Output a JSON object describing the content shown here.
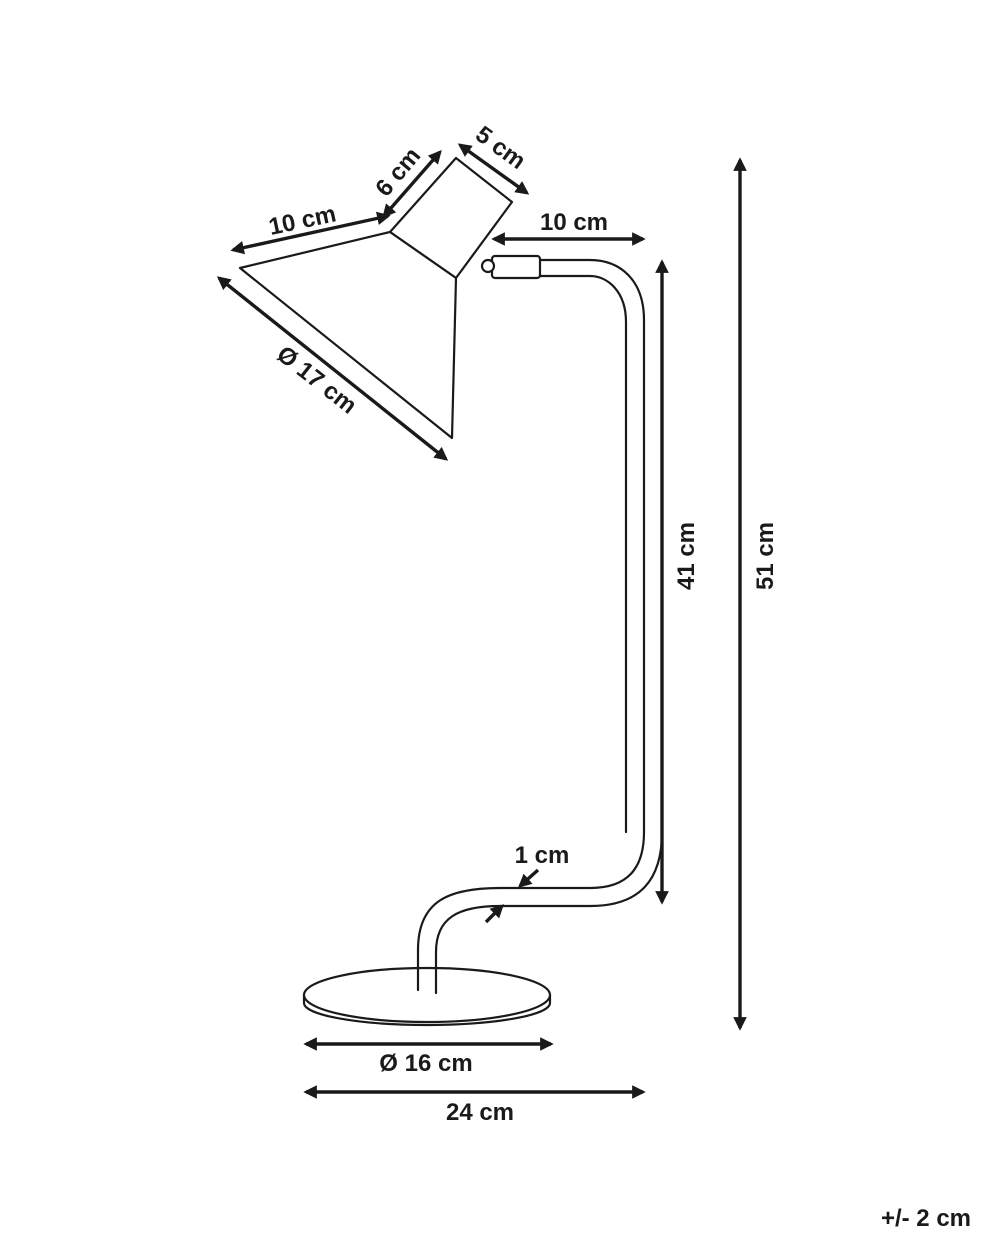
{
  "dimensions": {
    "shade_side": "10 cm",
    "shade_neck": "6 cm",
    "shade_top": "5 cm",
    "shade_diameter": "Ø 17 cm",
    "arm_reach": "10 cm",
    "stem_height": "41 cm",
    "total_height": "51 cm",
    "stem_thickness": "1 cm",
    "base_diameter": "Ø 16 cm",
    "total_width": "24 cm"
  },
  "tolerance": "+/- 2 cm",
  "colors": {
    "line": "#1a1a1a",
    "background": "#ffffff"
  }
}
